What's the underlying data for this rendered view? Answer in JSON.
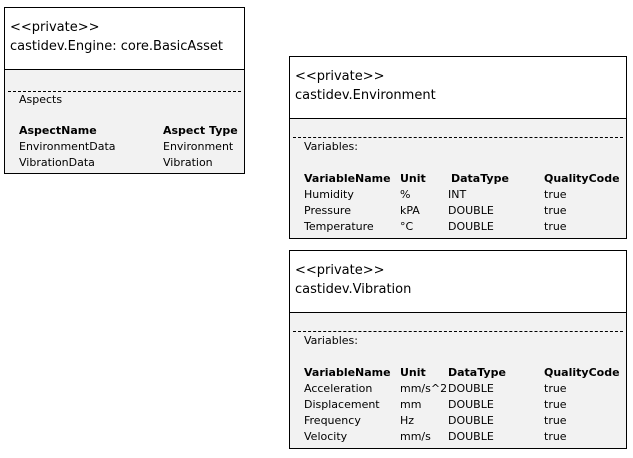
{
  "engine": {
    "stereotype": "<<private>>",
    "title": "castidev.Engine: core.BasicAsset",
    "section": "Aspects",
    "headers": [
      "AspectName",
      "Aspect Type"
    ],
    "rows": [
      [
        "EnvironmentData",
        "Environment"
      ],
      [
        "VibrationData",
        "Vibration"
      ]
    ]
  },
  "environment": {
    "stereotype": "<<private>>",
    "title": "castidev.Environment",
    "section": "Variables:",
    "headers": [
      "VariableName",
      "Unit",
      "DataType",
      "QualityCode"
    ],
    "rows": [
      [
        "Humidity",
        "%",
        "INT",
        "true"
      ],
      [
        "Pressure",
        "kPA",
        "DOUBLE",
        "true"
      ],
      [
        "Temperature",
        "°C",
        "DOUBLE",
        "true"
      ]
    ]
  },
  "vibration": {
    "stereotype": "<<private>>",
    "title": "castidev.Vibration",
    "section": "Variables:",
    "headers": [
      "VariableName",
      "Unit",
      "DataType",
      "QualityCode"
    ],
    "rows": [
      [
        "Acceleration",
        "mm/s^2",
        "DOUBLE",
        "true"
      ],
      [
        "Displacement",
        "mm",
        "DOUBLE",
        "true"
      ],
      [
        "Frequency",
        "Hz",
        "DOUBLE",
        "true"
      ],
      [
        "Velocity",
        "mm/s",
        "DOUBLE",
        "true"
      ]
    ]
  }
}
